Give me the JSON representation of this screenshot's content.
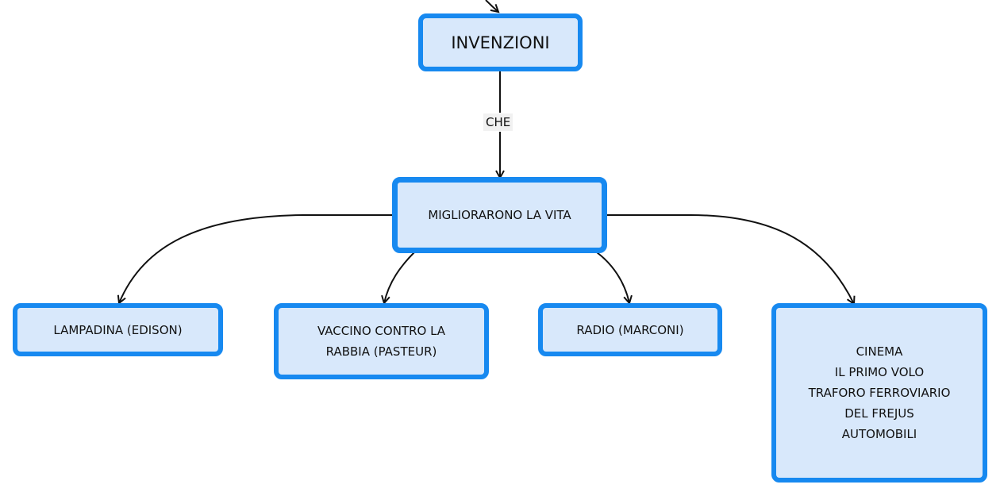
{
  "colors": {
    "node_fill": "#d8e8fb",
    "node_border": "#1789f0",
    "edge": "#111111"
  },
  "nodes": {
    "invenzioni": "INVENZIONI",
    "migliorarono": "MIGLIORARONO LA VITA",
    "lampadina": "LAMPADINA (EDISON)",
    "vaccino": "VACCINO CONTRO LA\nRABBIA (PASTEUR)",
    "radio": "RADIO (MARCONI)",
    "altre": "CINEMA\nIL PRIMO VOLO\nTRAFORO FERROVIARIO\nDEL FREJUS\nAUTOMOBILI"
  },
  "links": {
    "che": "CHE"
  }
}
